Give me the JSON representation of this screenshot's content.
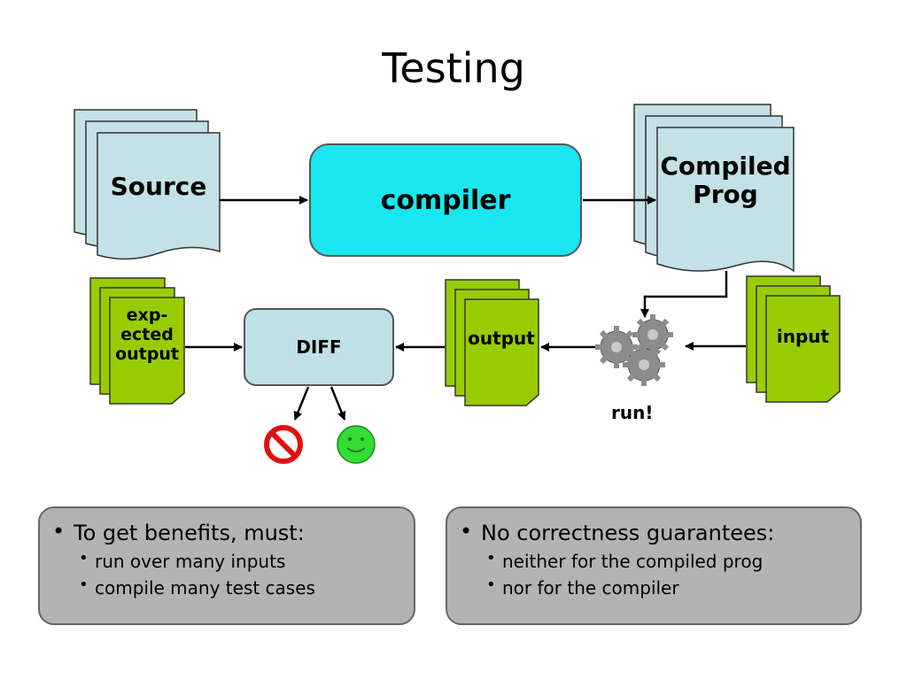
{
  "title": "Testing",
  "nodes": {
    "source": "Source",
    "compiler": "compiler",
    "compiled_line1": "Compiled",
    "compiled_line2": "Prog",
    "expected_line1": "exp-",
    "expected_line2": "ected",
    "expected_line3": "output",
    "diff": "DIFF",
    "output": "output",
    "input": "input",
    "run": "run!"
  },
  "notes_left": {
    "main": "To get benefits, must:",
    "subs": [
      "run over many inputs",
      "compile many test cases"
    ]
  },
  "notes_right": {
    "main": "No correctness guarantees:",
    "subs": [
      "neither for the compiled prog",
      "nor for the compiler"
    ]
  },
  "colors": {
    "doc_blue": "#c3e1e6",
    "doc_green": "#99cc00",
    "compiler_cyan": "#19e6ee",
    "diff_blue": "#bfe0e6",
    "notes_gray": "#b3b3b3",
    "fail_red": "#e01010",
    "pass_green": "#33dd33"
  },
  "icons": [
    "gears-icon",
    "no-entry-icon",
    "smiley-icon"
  ]
}
